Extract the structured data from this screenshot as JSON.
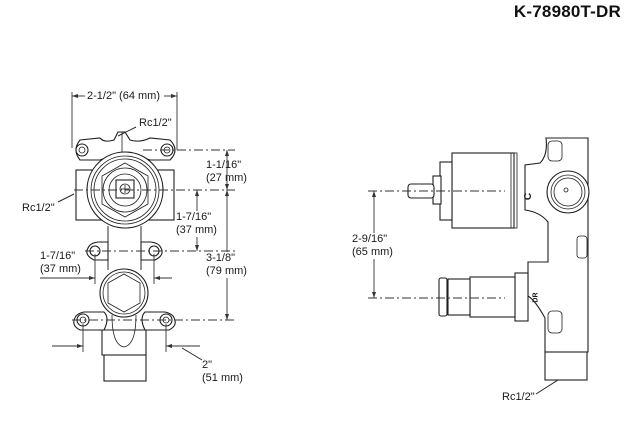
{
  "title": "K-78980T-DR",
  "front_view": {
    "width_dim": "2-1/2\" (64 mm)",
    "top_port": "Rc1/2\"",
    "side_port": "Rc1/2\"",
    "top_to_center_in": "1-1/16\"",
    "top_to_center_mm": "(27 mm)",
    "center_to_mid_in": "1-7/16\"",
    "center_to_mid_mm": "(37 mm)",
    "mid_spacing_in": "1-7/16\"",
    "mid_spacing_mm": "(37 mm)",
    "overall_height_in": "3-1/8\"",
    "overall_height_mm": "(79 mm)",
    "bottom_spacing_in": "2\"",
    "bottom_spacing_mm": "(51 mm)"
  },
  "side_view": {
    "valve_spacing_in": "2-9/16\"",
    "valve_spacing_mm": "(65 mm)",
    "outlet_port": "Rc1/2\"",
    "marking_c": "C",
    "marking_dr": "DR"
  }
}
